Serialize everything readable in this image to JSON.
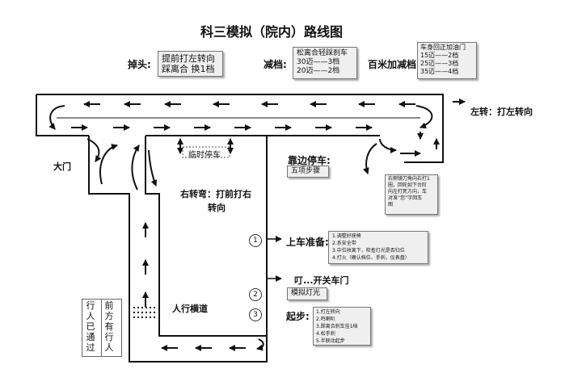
{
  "title": "科三模拟（院内）路线图",
  "labels": {
    "uturn": "掉头:",
    "decel": "减档:",
    "accel": "百米加减档",
    "leftturn": "左转：打左转向",
    "gate": "大门",
    "temp_park": "临时停车",
    "pullover": "靠边停车:",
    "rightturn_1": "右转弯：打前打右",
    "rightturn_2": "转向",
    "board": "上车准备:",
    "door": "叮...开关车门",
    "crosswalk": "人行横道",
    "start": "起步:"
  },
  "boxes": {
    "uturn": [
      "提前打左转向",
      "踩离合 换1档"
    ],
    "decel": [
      "松离合轻踩刹车",
      "30迈——3档",
      "20迈——2档"
    ],
    "accel": [
      "车身回正加油门",
      "15迈——2档",
      "25迈——3档",
      "35迈——4档"
    ],
    "pullover": "五项步骤",
    "pullover_note": [
      "右侧镜刀角向右打1",
      "圈，回轮如下台阶",
      "向左打死方向，车",
      "对准“您”字回车",
      "图"
    ],
    "board": [
      "1.调整好座椅",
      "2.系安全带",
      "3.中位收离下，检查灯光是否归位",
      "4.打火（确认档位、手刹，仪表盘）"
    ],
    "light": "模拟灯光",
    "start": [
      "1.打左转向",
      "2.鸣喇叭",
      "3.踩离合刹车挂1档",
      "4.松手刹",
      "5.半联动起步"
    ]
  },
  "circles": [
    "1",
    "2",
    "3"
  ],
  "side": {
    "left_col": "行人已通过",
    "right_col": "前方有行人"
  }
}
